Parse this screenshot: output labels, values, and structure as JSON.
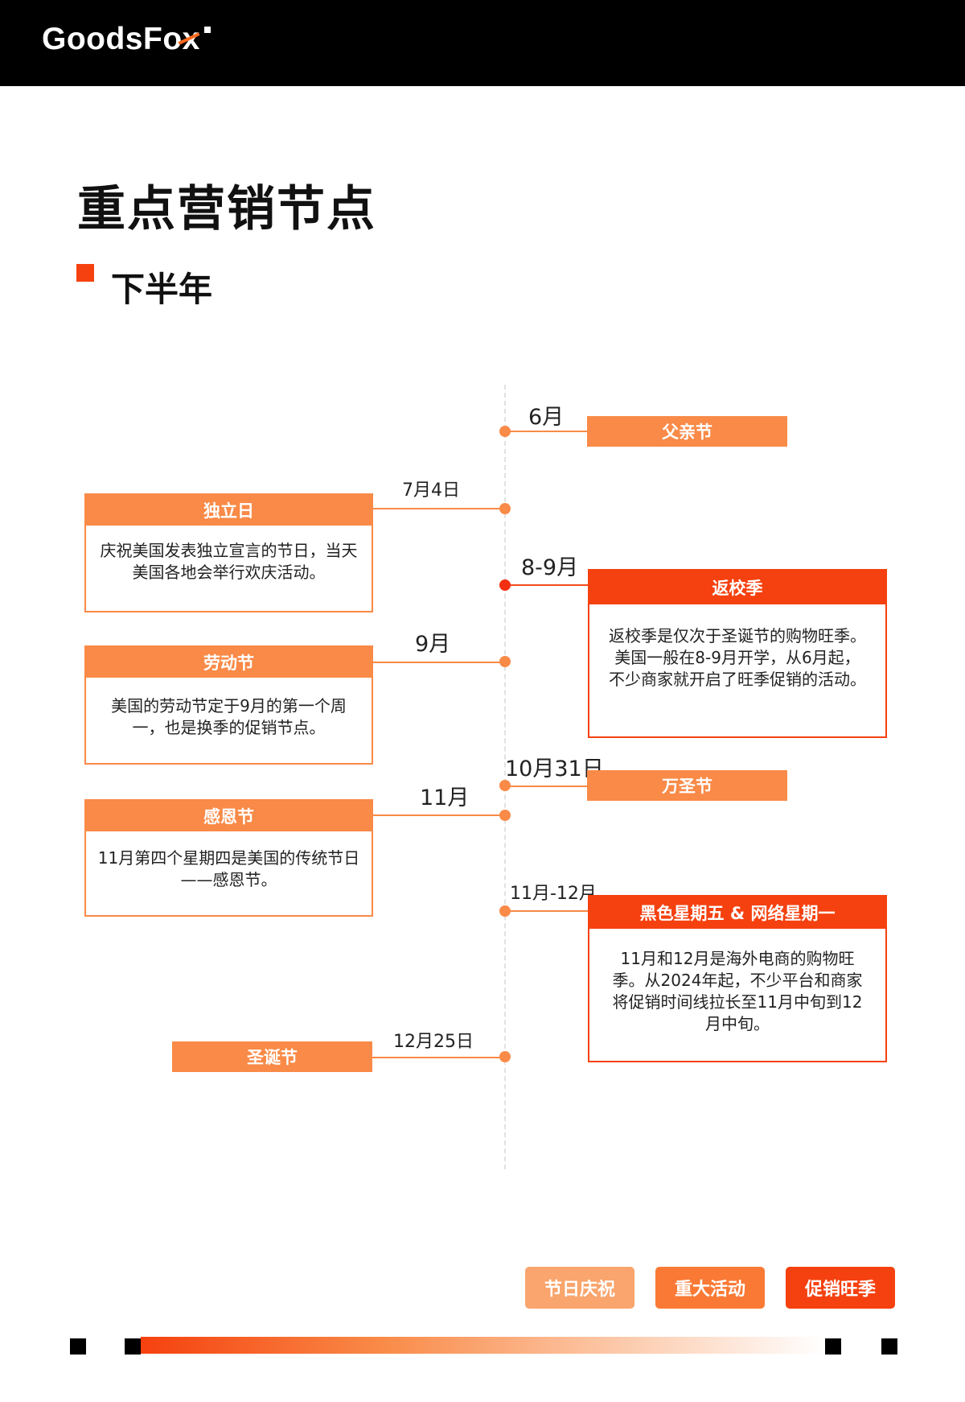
{
  "header": {
    "logo": "GoodsFox"
  },
  "page": {
    "title": "重点营销节点",
    "subtitle": "下半年"
  },
  "timeline": {
    "fathers_day": {
      "date": "6月",
      "label": "父亲节"
    },
    "independence_day": {
      "date": "7月4日",
      "label": "独立日",
      "desc": "庆祝美国发表独立宣言的节日，当天美国各地会举行欢庆活动。"
    },
    "back_to_school": {
      "date": "8-9月",
      "label": "返校季",
      "desc": "返校季是仅次于圣诞节的购物旺季。美国一般在8-9月开学，从6月起，不少商家就开启了旺季促销的活动。"
    },
    "labor_day": {
      "date": "9月",
      "label": "劳动节",
      "desc": "美国的劳动节定于9月的第一个周一，也是换季的促销节点。"
    },
    "halloween": {
      "date": "10月31日",
      "label": "万圣节"
    },
    "thanksgiving": {
      "date": "11月",
      "label": "感恩节",
      "desc": "11月第四个星期四是美国的传统节日——感恩节。"
    },
    "black_friday": {
      "date": "11月-12月",
      "label": "黑色星期五 & 网络星期一",
      "desc": "11月和12月是海外电商的购物旺季。从2024年起，不少平台和商家将促销时间线拉长至11月中旬到12月中旬。"
    },
    "christmas": {
      "date": "12月25日",
      "label": "圣诞节"
    }
  },
  "legend": [
    {
      "label": "节日庆祝",
      "color": "#f9a56d"
    },
    {
      "label": "重大活动",
      "color": "#fa7a35"
    },
    {
      "label": "促销旺季",
      "color": "#f5410f"
    }
  ]
}
